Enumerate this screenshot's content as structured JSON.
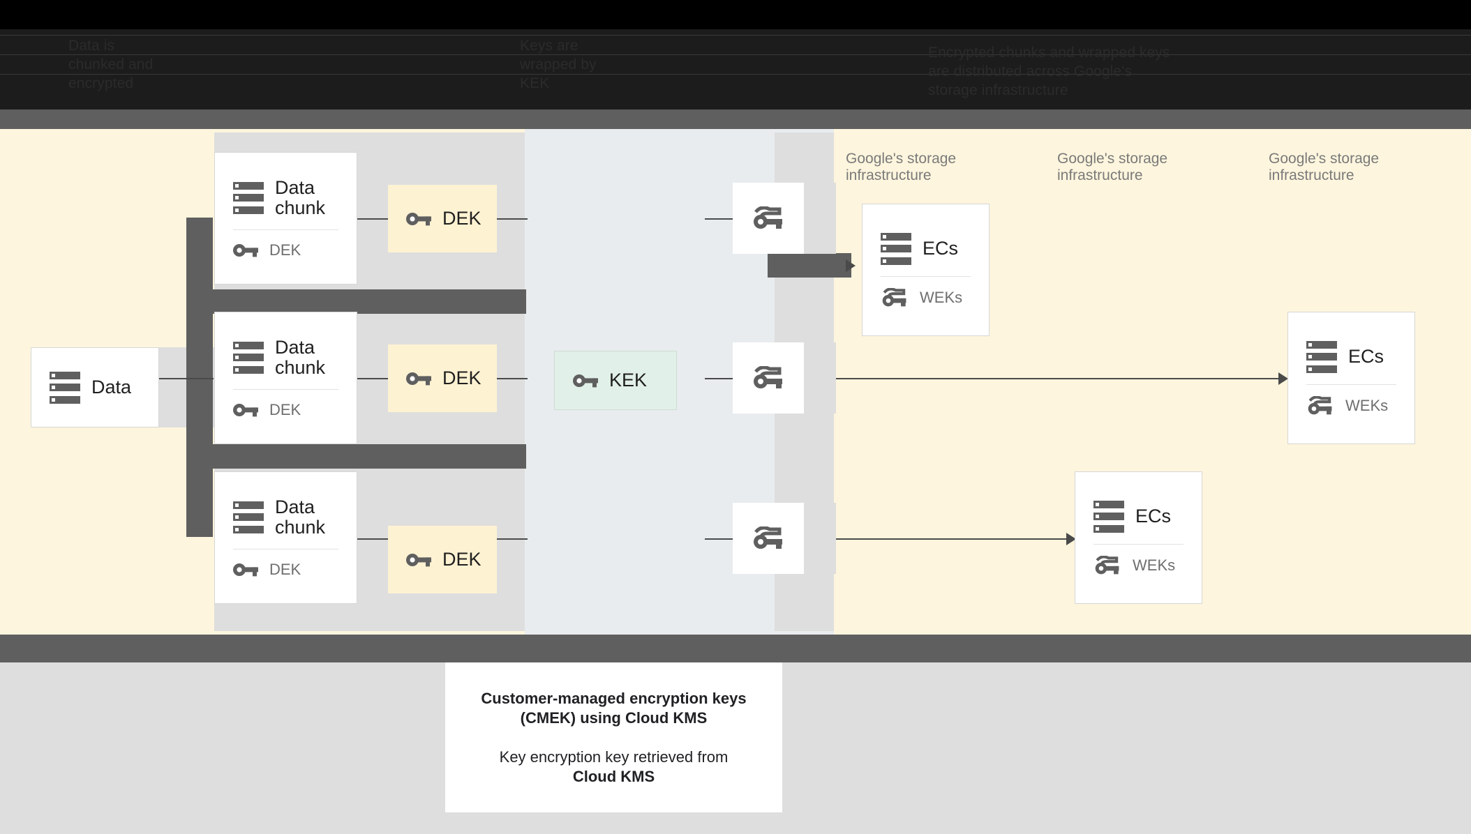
{
  "header": {
    "column_1": "Data is\nchunked and\nencrypted",
    "column_2": "Keys are\nwrapped by\nKEK",
    "column_3": "Encrypted chunks and wrapped keys\nare distributed across Google's\nstorage infrastructure"
  },
  "diagram": {
    "data_card": {
      "label": "Data",
      "icon": "storage-stack-icon"
    },
    "chunks": [
      {
        "title": "Data chunk",
        "key_label": "DEK",
        "icon": "storage-stack-icon",
        "key_icon": "key-icon"
      },
      {
        "title": "Data chunk",
        "key_label": "DEK",
        "icon": "storage-stack-icon",
        "key_icon": "key-icon"
      },
      {
        "title": "Data chunk",
        "key_label": "DEK",
        "icon": "storage-stack-icon",
        "key_icon": "key-icon"
      }
    ],
    "deks": [
      {
        "label": "DEK",
        "icon": "key-icon"
      },
      {
        "label": "DEK",
        "icon": "key-icon"
      },
      {
        "label": "DEK",
        "icon": "key-icon"
      }
    ],
    "kek": {
      "label": "KEK",
      "icon": "key-icon"
    },
    "wrapped_keys": [
      {
        "icon": "wrapped-key-icon"
      },
      {
        "icon": "wrapped-key-icon"
      },
      {
        "icon": "wrapped-key-icon"
      }
    ],
    "storage_labels": [
      "Google's storage\ninfrastructure",
      "Google's storage\ninfrastructure",
      "Google's storage\ninfrastructure"
    ],
    "ecs_cards": [
      {
        "title": "ECs",
        "key_label": "WEKs",
        "icon": "storage-stack-icon",
        "key_icon": "wrapped-key-icon"
      },
      {
        "title": "ECs",
        "key_label": "WEKs",
        "icon": "storage-stack-icon",
        "key_icon": "wrapped-key-icon"
      },
      {
        "title": "ECs",
        "key_label": "WEKs",
        "icon": "storage-stack-icon",
        "key_icon": "wrapped-key-icon"
      }
    ]
  },
  "caption": {
    "title_line_1": "Customer-managed encryption keys",
    "title_line_2": "(CMEK) using Cloud KMS",
    "body_line_1": "Key encryption key retrieved from",
    "body_line_2": "Cloud KMS"
  },
  "colors": {
    "cream": "#fdf5dd",
    "bluegray": "#e8ecee",
    "grey_corridor": "#dedede",
    "dark_bar": "#5f5f5f",
    "dek_fill": "#fdf2d2",
    "kek_fill": "#e1f0e8",
    "header_black": "#000000",
    "header_band": "#1c1c1c",
    "icon_grey": "#5f5f5f",
    "text_dark": "#1f1f1f",
    "text_muted": "#6e6e6e",
    "label_grey": "#7a7a7a"
  }
}
